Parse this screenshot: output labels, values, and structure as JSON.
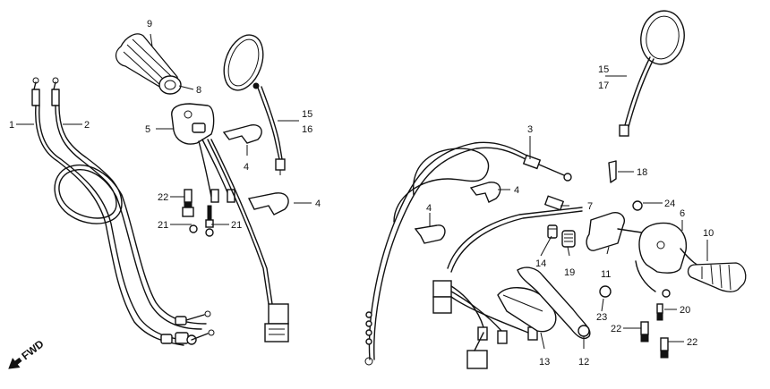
{
  "diagram": {
    "orientation_label": "FWD",
    "callouts": [
      {
        "id": "c1",
        "text": "1"
      },
      {
        "id": "c2",
        "text": "2"
      },
      {
        "id": "c3",
        "text": "3"
      },
      {
        "id": "c4a",
        "text": "4"
      },
      {
        "id": "c4b",
        "text": "4"
      },
      {
        "id": "c4c",
        "text": "4"
      },
      {
        "id": "c4d",
        "text": "4"
      },
      {
        "id": "c5",
        "text": "5"
      },
      {
        "id": "c6",
        "text": "6"
      },
      {
        "id": "c7",
        "text": "7"
      },
      {
        "id": "c8",
        "text": "8"
      },
      {
        "id": "c9",
        "text": "9"
      },
      {
        "id": "c10",
        "text": "10"
      },
      {
        "id": "c11",
        "text": "11"
      },
      {
        "id": "c12",
        "text": "12"
      },
      {
        "id": "c13",
        "text": "13"
      },
      {
        "id": "c14",
        "text": "14"
      },
      {
        "id": "c15a",
        "text": "15"
      },
      {
        "id": "c16",
        "text": "16"
      },
      {
        "id": "c15b",
        "text": "15"
      },
      {
        "id": "c17",
        "text": "17"
      },
      {
        "id": "c18",
        "text": "18"
      },
      {
        "id": "c19",
        "text": "19"
      },
      {
        "id": "c20",
        "text": "20"
      },
      {
        "id": "c21a",
        "text": "21"
      },
      {
        "id": "c21b",
        "text": "21"
      },
      {
        "id": "c22a",
        "text": "22"
      },
      {
        "id": "c22b",
        "text": "22"
      },
      {
        "id": "c22c",
        "text": "22"
      },
      {
        "id": "c23",
        "text": "23"
      },
      {
        "id": "c24",
        "text": "24"
      }
    ]
  }
}
